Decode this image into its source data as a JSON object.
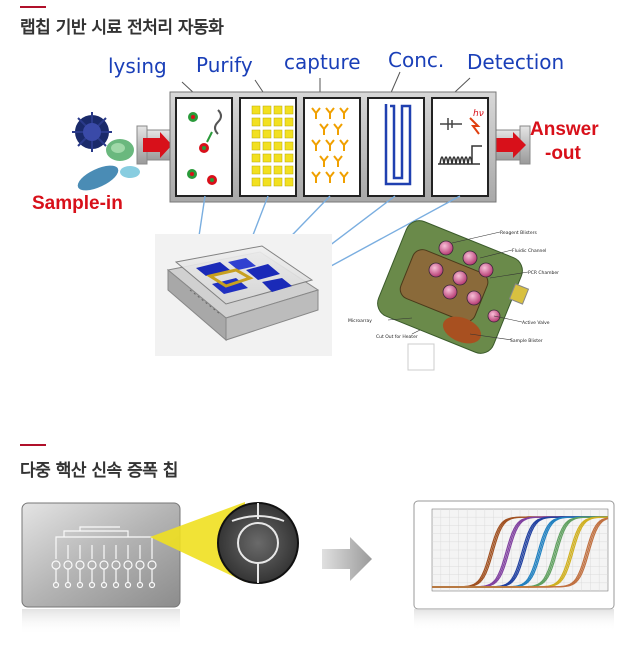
{
  "section1": {
    "title": "랩칩 기반 시료 전처리 자동화",
    "stages": [
      "lysing",
      "Purify",
      "capture",
      "Conc.",
      "Detection"
    ],
    "input_label": "Sample-in",
    "output_label_1": "Answer",
    "output_label_2": "-out",
    "hv_label": "hν",
    "card_labels": {
      "reagent_blisters": "Reagent Blisters",
      "fluidic_channel": "Fluidic Channel",
      "pcr_chamber": "PCR Chamber",
      "microarray": "Microarray",
      "active_valve": "Active Valve",
      "cut_out_heater": "Cut Out for Heater",
      "sample_blister": "Sample Blister"
    }
  },
  "section2": {
    "title": "다중 핵산 신속 증폭 칩"
  },
  "colors": {
    "accent": "#b0102a",
    "stage_text": "#1a3fb8",
    "io_text": "#d8101a",
    "arrow": "#d8101a"
  }
}
